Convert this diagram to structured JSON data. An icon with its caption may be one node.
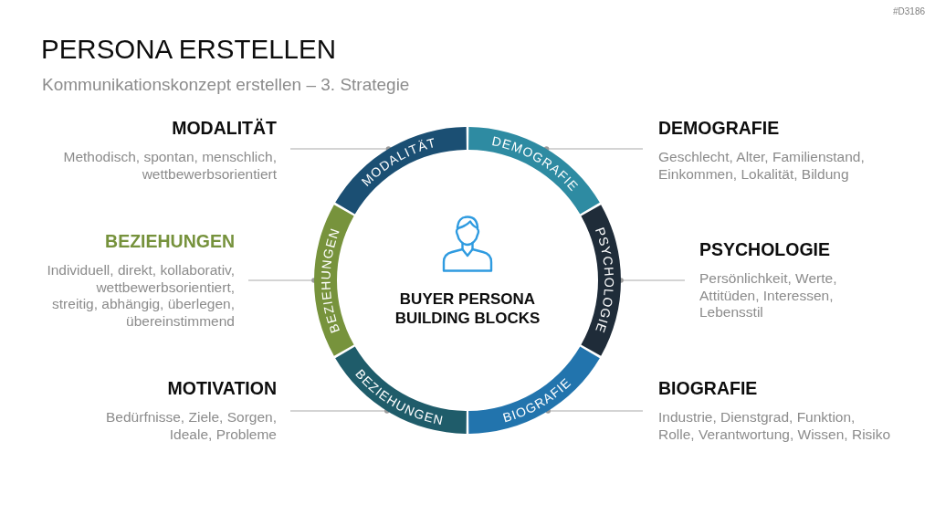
{
  "diagram": {
    "title": "PERSONA ERSTELLEN",
    "nodes": [
      {
        "text": [
          "MODALITÄT",
          "Methodisch, spontan, menschlich, wettbewerbsorientiert"
        ]
      },
      {
        "text": [
          "MODALITÄT"
        ]
      },
      {
        "text": [
          "DEMOGRAFIE"
        ]
      },
      {
        "text": [
          "DEMOGRAFIE",
          "Geschlecht, Alter, Familienstand, Einkommen, Lokalität, Bildung"
        ]
      },
      {
        "text": [
          "BEZIEHUNGEN",
          "Individuell, direkt, kollaborativ, wettbewerbsorientiert, streitig, abhängig, überlegen, übereinstimmend"
        ]
      },
      {
        "text": [
          "BEZIEHUNGEN"
        ]
      },
      {
        "text": [
          "PSYCHOLOGIE"
        ]
      },
      {
        "text": [
          "PSYCHOLOGIE",
          "Persönlichkeit, Werte, Attitüden, Interessen, Lebensstil"
        ]
      },
      {
        "text": [
          "MOTIVATION",
          "Bedürfnisse, Ziele, Sorgen, Ideale, Probleme"
        ]
      },
      {
        "text": [
          "BEZIEHUNGEN"
        ]
      },
      {
        "text": [
          "BIOGRAFIE"
        ]
      },
      {
        "text": [
          "BIOGRAFIE",
          "Industrie, Dienstgrad, Funktion, Rolle, Verantwortung, Wissen, Risiko"
        ]
      }
    ],
    "edges": [
      {
        "from": 0,
        "to": 1,
        "arrow": "other"
      },
      {
        "from": 3,
        "to": 2,
        "arrow": "other"
      },
      {
        "from": 4,
        "to": 5,
        "arrow": "other"
      },
      {
        "from": 7,
        "to": 6,
        "arrow": "other"
      },
      {
        "from": 8,
        "to": 9,
        "arrow": "other"
      },
      {
        "from": 11,
        "to": 10,
        "arrow": "other"
      }
    ],
    "labels": [
      "#D3186",
      "Kommunikationskonzept erstellen – 3. Strategie",
      "BUYER PERSONA BUILDING BLOCKS"
    ]
  }
}
